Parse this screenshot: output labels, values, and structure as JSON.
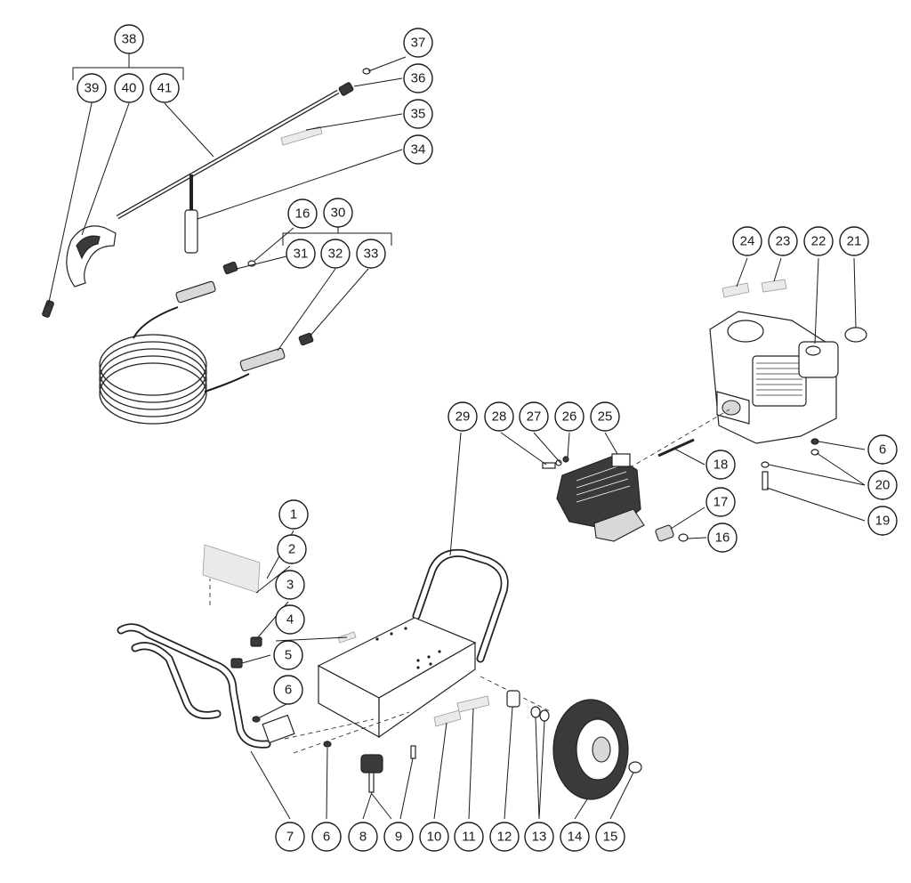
{
  "callouts": {
    "c1": "1",
    "c2": "2",
    "c3": "3",
    "c4": "4",
    "c5": "5",
    "c6a": "6",
    "c6b": "6",
    "c6c": "6",
    "c7": "7",
    "c8": "8",
    "c9": "9",
    "c10": "10",
    "c11": "11",
    "c12": "12",
    "c13": "13",
    "c14": "14",
    "c15": "15",
    "c16a": "16",
    "c16b": "16",
    "c17": "17",
    "c18": "18",
    "c19": "19",
    "c20": "20",
    "c21": "21",
    "c22": "22",
    "c23": "23",
    "c24": "24",
    "c25": "25",
    "c26": "26",
    "c27": "27",
    "c28": "28",
    "c29": "29",
    "c30": "30",
    "c31": "31",
    "c32": "32",
    "c33": "33",
    "c34": "34",
    "c35": "35",
    "c36": "36",
    "c37": "37",
    "c38": "38",
    "c39": "39",
    "c40": "40",
    "c41": "41"
  },
  "colors": {
    "line": "#1a1a1a",
    "background": "#ffffff",
    "part_shade": "#3a3a3a"
  }
}
